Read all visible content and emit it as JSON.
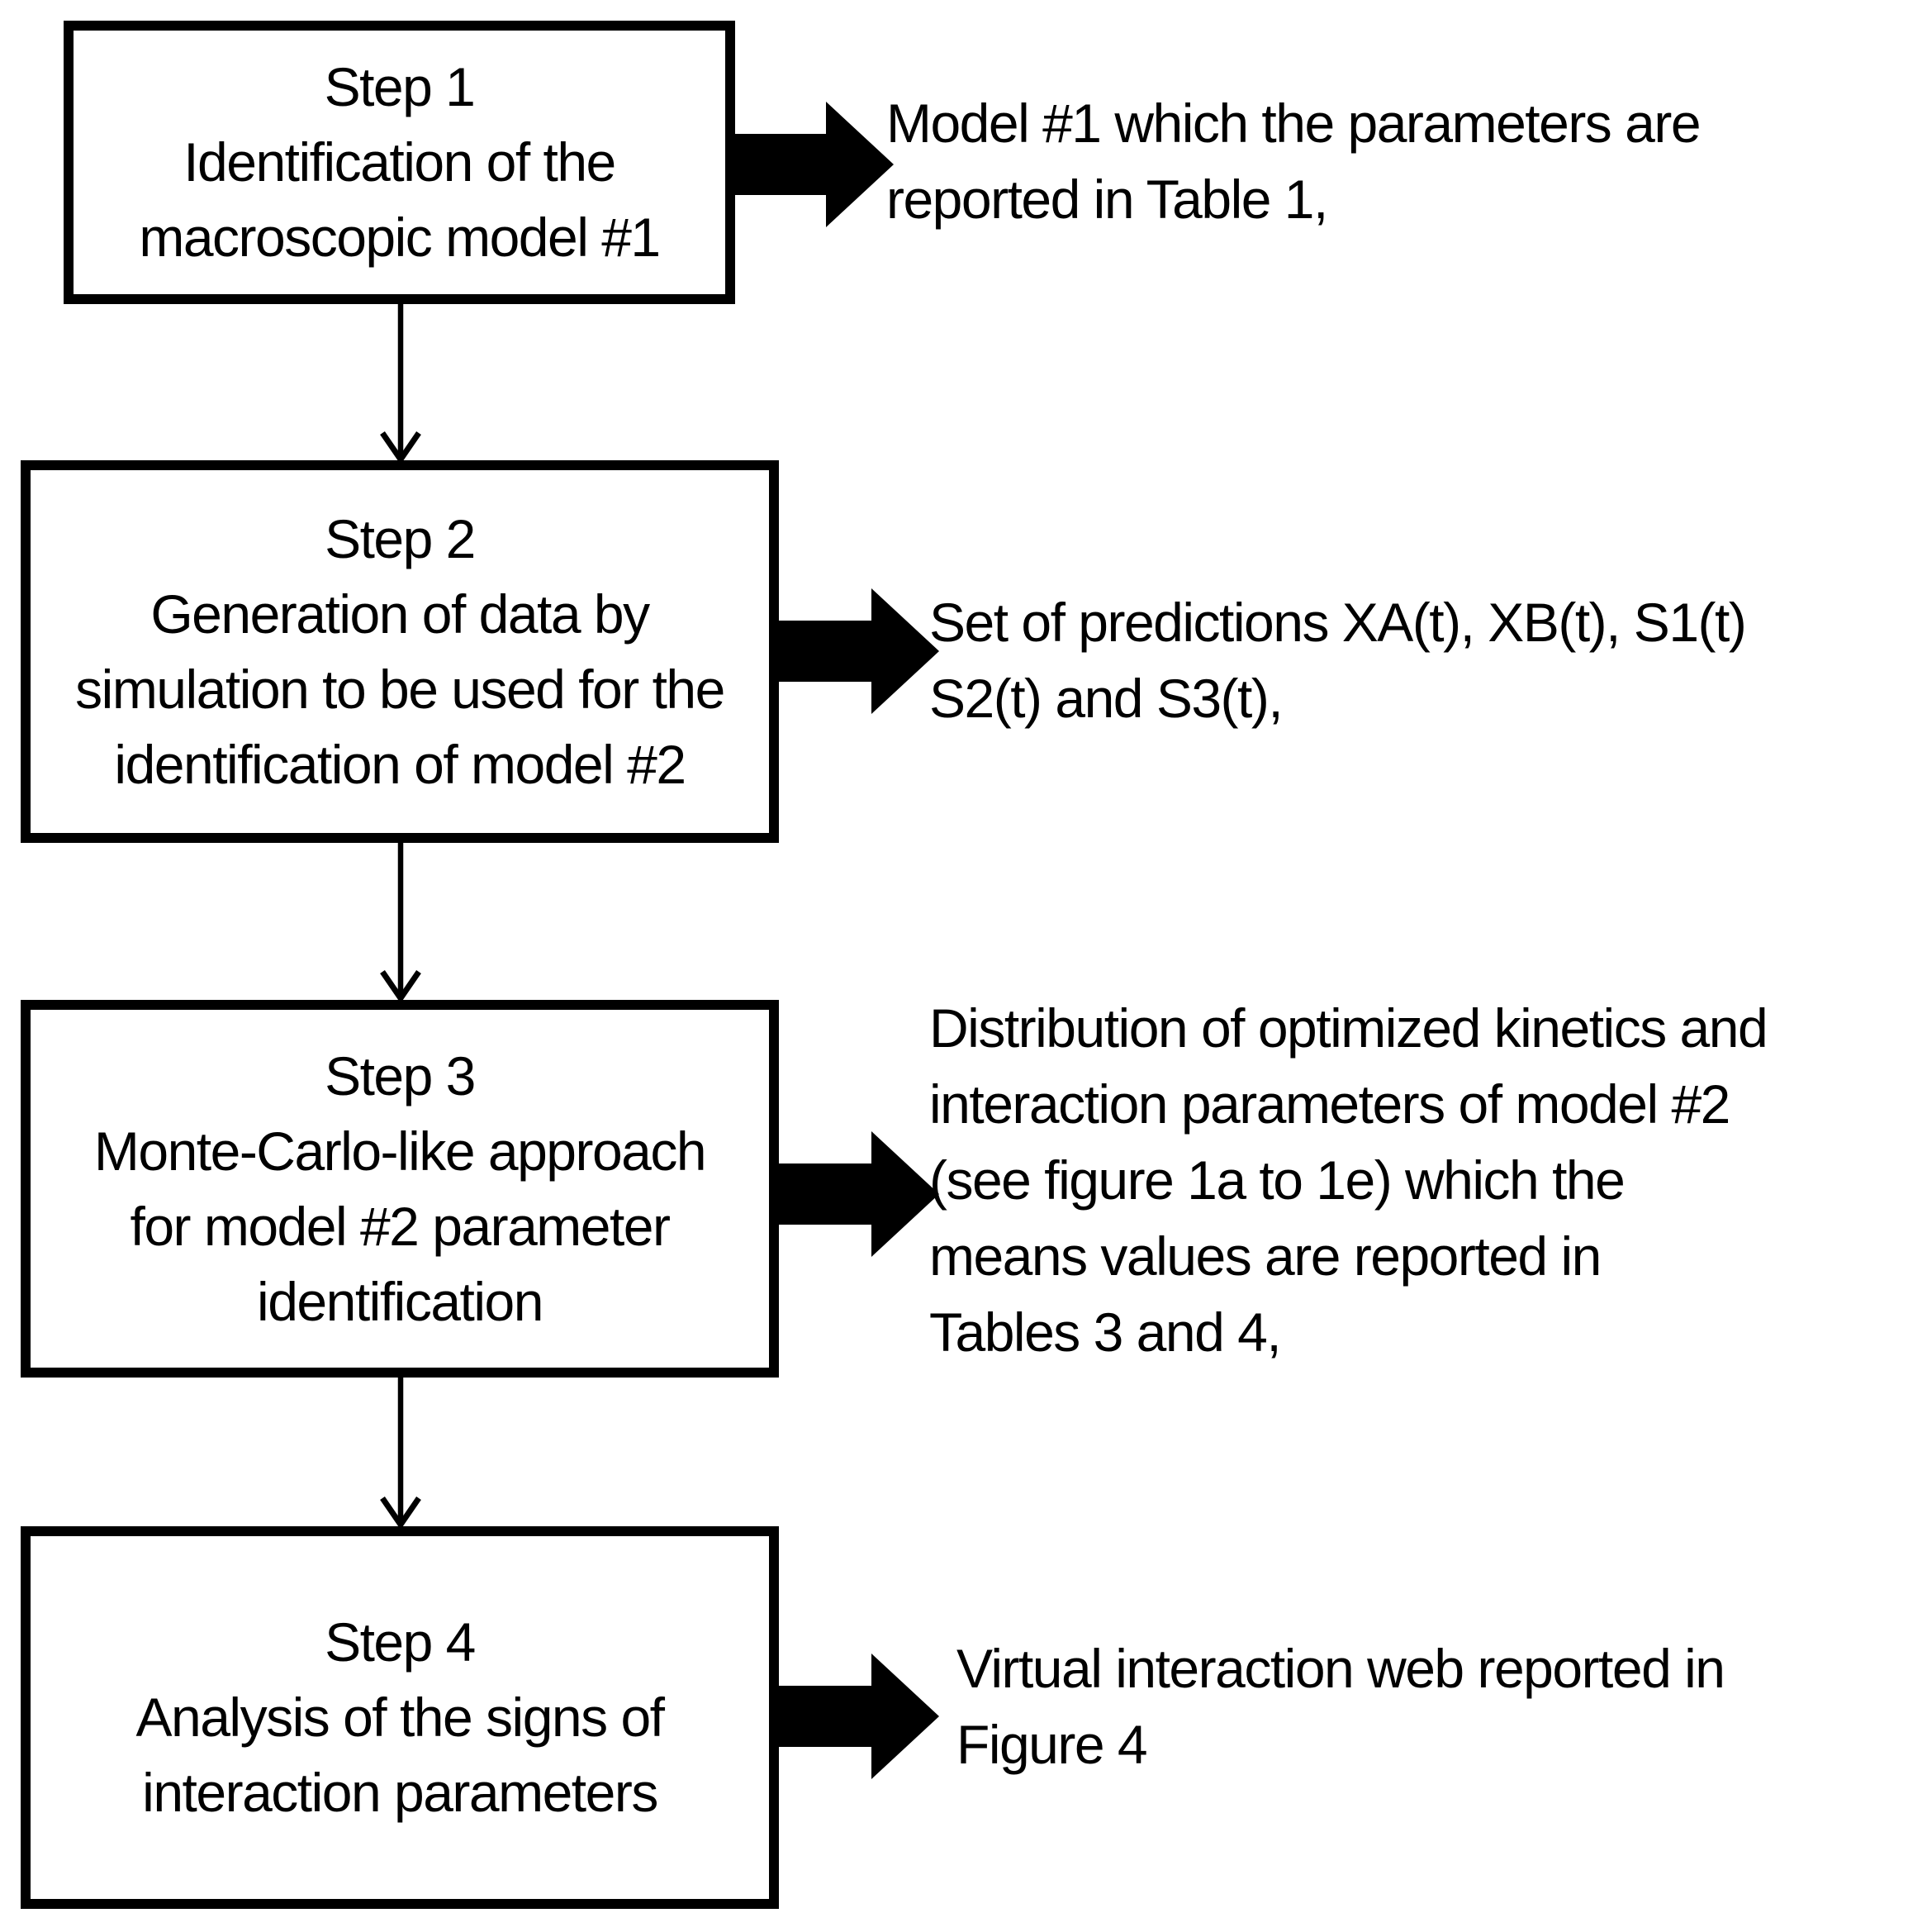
{
  "figure": {
    "type": "flowchart",
    "direction": "top-down",
    "colors": {
      "ink": "#000000",
      "background": "#ffffff"
    },
    "steps": [
      {
        "name": "step-1",
        "box_text": "Step 1\nIdentification of the\nmacroscopic model #1",
        "annotation": "Model #1 which the parameters are\nreported in Table 1,"
      },
      {
        "name": "step-2",
        "box_text": "Step 2\nGeneration of data by\nsimulation to be used for the\nidentification of model #2",
        "annotation": "Set of predictions XA(t), XB(t), S1(t)\nS2(t) and S3(t),"
      },
      {
        "name": "step-3",
        "box_text": "Step 3\nMonte-Carlo-like approach\nfor model #2 parameter\nidentification",
        "annotation": "Distribution of optimized kinetics and\ninteraction parameters of model #2\n(see figure 1a to 1e) which the\nmeans values are reported in\nTables 3 and 4,"
      },
      {
        "name": "step-4",
        "box_text": "Step 4\nAnalysis of the signs of\ninteraction parameters",
        "annotation": "Virtual interaction web reported in\nFigure 4"
      }
    ]
  }
}
